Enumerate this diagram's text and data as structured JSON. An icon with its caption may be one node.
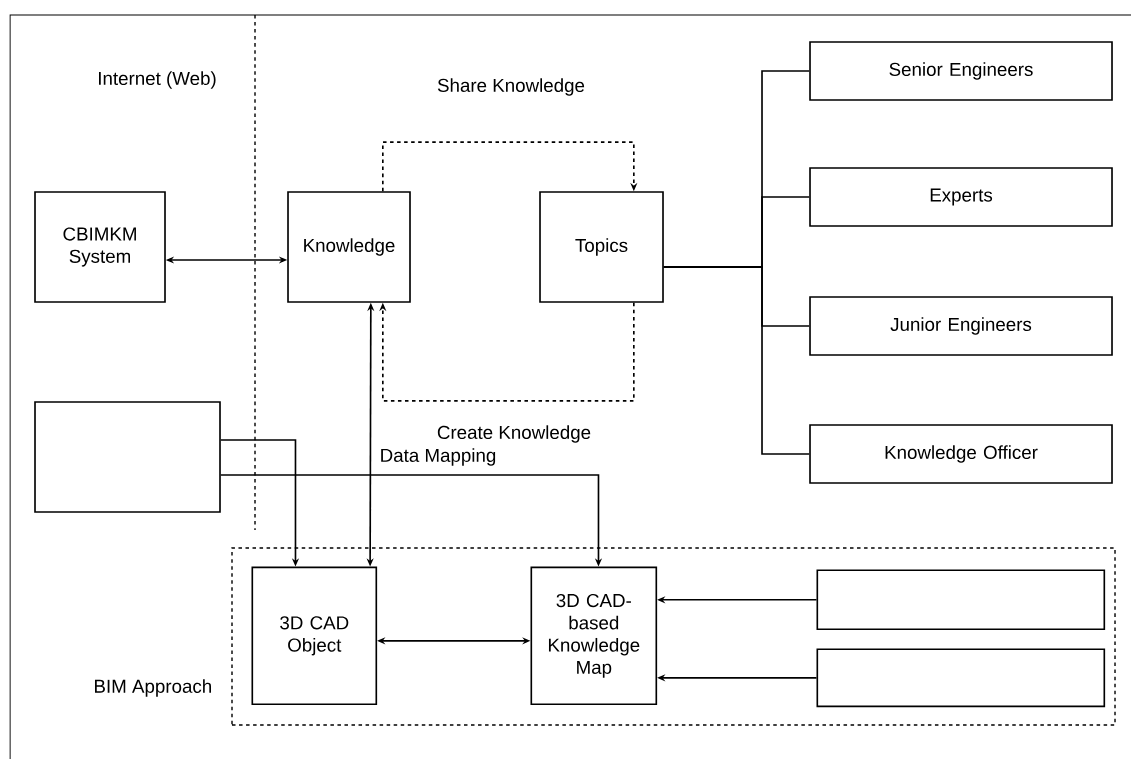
{
  "diagram": {
    "nodes": [
      {
        "text": [
          "CBIMKM System"
        ]
      },
      {
        "text": [
          "Knowledge"
        ]
      },
      {
        "text": [
          "Topics"
        ]
      },
      {
        "text": [
          "Senior Engineers"
        ]
      },
      {
        "text": [
          "Experts"
        ]
      },
      {
        "text": [
          "Junior Engineers"
        ]
      },
      {
        "text": [
          "Knowledge Officer"
        ]
      },
      {
        "text": [],
        "shape": "box"
      },
      {
        "text": [
          "BIM Approach"
        ]
      },
      {
        "text": [
          "3D CAD Object"
        ],
        "in": 8
      },
      {
        "text": [
          "3D CAD-based Knowledge Map"
        ],
        "in": 8
      },
      {
        "text": [],
        "shape": "box",
        "in": 8
      },
      {
        "text": [],
        "shape": "box",
        "in": 8
      }
    ],
    "edges": [
      {
        "from": 0,
        "to": 1,
        "arrow": "both"
      },
      {
        "from": 1,
        "to": 2,
        "arrow": "to",
        "style": "dashed",
        "label": "Share Knowledge"
      },
      {
        "from": 2,
        "to": 1,
        "arrow": "to",
        "style": "dashed",
        "label": "Create Knowledge"
      },
      {
        "from": 2,
        "to": 3,
        "arrow": "none"
      },
      {
        "from": 2,
        "to": 4,
        "arrow": "none"
      },
      {
        "from": 2,
        "to": 5,
        "arrow": "none"
      },
      {
        "from": 2,
        "to": 6,
        "arrow": "none"
      },
      {
        "from": 1,
        "to": 9,
        "arrow": "both",
        "label": "Data Mapping"
      },
      {
        "from": 7,
        "to": 9,
        "arrow": "to"
      },
      {
        "from": 7,
        "to": 10,
        "arrow": "to"
      },
      {
        "from": 9,
        "to": 10,
        "arrow": "both"
      },
      {
        "from": 11,
        "to": 10,
        "arrow": "to"
      },
      {
        "from": 12,
        "to": 10,
        "arrow": "to"
      }
    ],
    "labels": [
      "Internet (Web)"
    ]
  }
}
